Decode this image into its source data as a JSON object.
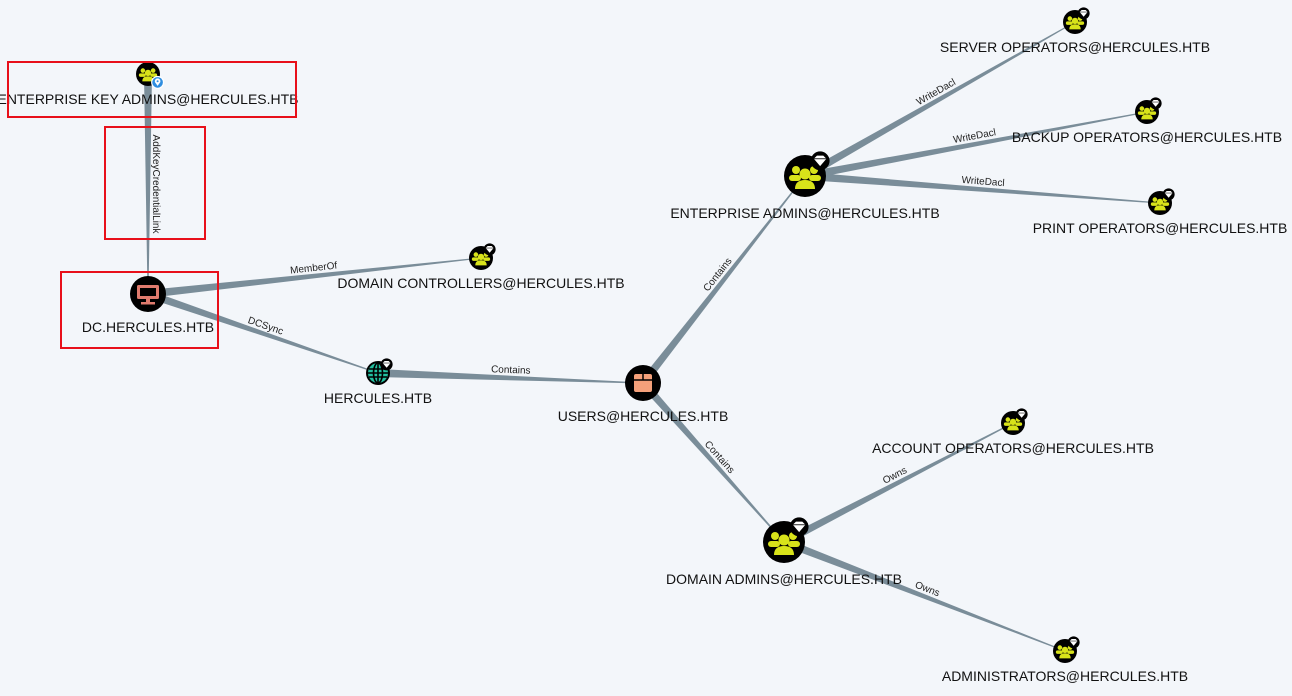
{
  "graph": {
    "colors": {
      "background": "#f3f6fa",
      "edge": "#7a8d99",
      "node_bg": "#000000",
      "group": "#d8e31a",
      "computer": "#e07b6e",
      "domain": "#23c0a0",
      "container": "#f4a07a",
      "highlight": "#e8101a",
      "badge_owned": "#2f8ee0"
    },
    "nodes": [
      {
        "id": "eka",
        "type": "group",
        "label": "ENTERPRISE KEY ADMINS@HERCULES.HTB",
        "badge": "pin-badge-icon",
        "size": "small",
        "highlighted": true
      },
      {
        "id": "dc",
        "type": "computer",
        "label": "DC.HERCULES.HTB",
        "badge": null,
        "size": "medium",
        "highlighted": true
      },
      {
        "id": "dcs",
        "type": "group",
        "label": "DOMAIN CONTROLLERS@HERCULES.HTB",
        "badge": "diamond-badge-icon",
        "size": "small",
        "highlighted": false
      },
      {
        "id": "dom",
        "type": "domain",
        "label": "HERCULES.HTB",
        "badge": "diamond-badge-icon",
        "size": "small",
        "highlighted": false
      },
      {
        "id": "users",
        "type": "container",
        "label": "USERS@HERCULES.HTB",
        "badge": null,
        "size": "medium",
        "highlighted": false
      },
      {
        "id": "ea",
        "type": "group",
        "label": "ENTERPRISE ADMINS@HERCULES.HTB",
        "badge": "diamond-badge-icon",
        "size": "large",
        "highlighted": false
      },
      {
        "id": "so",
        "type": "group",
        "label": "SERVER OPERATORS@HERCULES.HTB",
        "badge": "diamond-badge-icon",
        "size": "small",
        "highlighted": false
      },
      {
        "id": "bo",
        "type": "group",
        "label": "BACKUP OPERATORS@HERCULES.HTB",
        "badge": "diamond-badge-icon",
        "size": "small",
        "highlighted": false
      },
      {
        "id": "po",
        "type": "group",
        "label": "PRINT OPERATORS@HERCULES.HTB",
        "badge": "diamond-badge-icon",
        "size": "small",
        "highlighted": false
      },
      {
        "id": "da",
        "type": "group",
        "label": "DOMAIN ADMINS@HERCULES.HTB",
        "badge": "diamond-badge-icon",
        "size": "large",
        "highlighted": false
      },
      {
        "id": "ao",
        "type": "group",
        "label": "ACCOUNT OPERATORS@HERCULES.HTB",
        "badge": "diamond-badge-icon",
        "size": "small",
        "highlighted": false
      },
      {
        "id": "adm",
        "type": "group",
        "label": "ADMINISTRATORS@HERCULES.HTB",
        "badge": "diamond-badge-icon",
        "size": "small",
        "highlighted": false
      }
    ],
    "edges": [
      {
        "source": "eka",
        "target": "dc",
        "label": "AddKeyCredentialLink",
        "highlighted": true
      },
      {
        "source": "dc",
        "target": "dcs",
        "label": "MemberOf",
        "highlighted": false
      },
      {
        "source": "dc",
        "target": "dom",
        "label": "DCSync",
        "highlighted": false
      },
      {
        "source": "dom",
        "target": "users",
        "label": "Contains",
        "highlighted": false
      },
      {
        "source": "users",
        "target": "ea",
        "label": "Contains",
        "highlighted": false
      },
      {
        "source": "users",
        "target": "da",
        "label": "Contains",
        "highlighted": false
      },
      {
        "source": "ea",
        "target": "so",
        "label": "WriteDacl",
        "highlighted": false
      },
      {
        "source": "ea",
        "target": "bo",
        "label": "WriteDacl",
        "highlighted": false
      },
      {
        "source": "ea",
        "target": "po",
        "label": "WriteDacl",
        "highlighted": false
      },
      {
        "source": "da",
        "target": "ao",
        "label": "Owns",
        "highlighted": false
      },
      {
        "source": "da",
        "target": "adm",
        "label": "Owns",
        "highlighted": false
      }
    ]
  }
}
